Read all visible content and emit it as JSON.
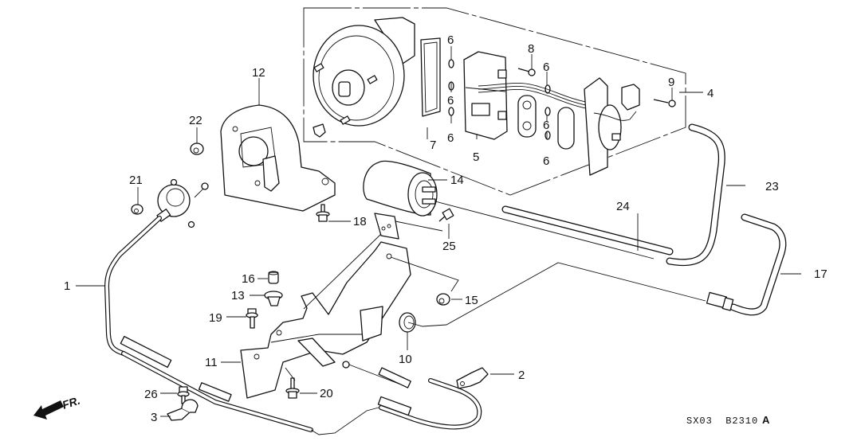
{
  "diagram": {
    "title": "Brake booster / cruise control actuator assembly parts diagram",
    "reference_code": "SX03  B2310",
    "revision": "A",
    "direction_indicator": "FR.",
    "callouts": [
      {
        "id": "c1",
        "label": "1",
        "part": "throttle-control-cable"
      },
      {
        "id": "c2",
        "label": "2",
        "part": "cable-end-clip"
      },
      {
        "id": "c3",
        "label": "3",
        "part": "cable-clamp"
      },
      {
        "id": "c4",
        "label": "4",
        "part": "actuator-assembly"
      },
      {
        "id": "c5",
        "label": "5",
        "part": "solenoid-valve"
      },
      {
        "id": "c6a",
        "label": "6",
        "part": "o-ring"
      },
      {
        "id": "c6b",
        "label": "6",
        "part": "o-ring"
      },
      {
        "id": "c6c",
        "label": "6",
        "part": "o-ring"
      },
      {
        "id": "c6d",
        "label": "6",
        "part": "o-ring"
      },
      {
        "id": "c6e",
        "label": "6",
        "part": "o-ring"
      },
      {
        "id": "c6f",
        "label": "6",
        "part": "o-ring"
      },
      {
        "id": "c7",
        "label": "7",
        "part": "gasket"
      },
      {
        "id": "c8",
        "label": "8",
        "part": "tapping-screw"
      },
      {
        "id": "c9",
        "label": "9",
        "part": "tapping-screw"
      },
      {
        "id": "c10",
        "label": "10",
        "part": "grommet"
      },
      {
        "id": "c11",
        "label": "11",
        "part": "actuator-bracket"
      },
      {
        "id": "c12",
        "label": "12",
        "part": "actuator-cover"
      },
      {
        "id": "c13",
        "label": "13",
        "part": "grommet"
      },
      {
        "id": "c14",
        "label": "14",
        "part": "vacuum-tank"
      },
      {
        "id": "c15",
        "label": "15",
        "part": "nut"
      },
      {
        "id": "c16",
        "label": "16",
        "part": "collar"
      },
      {
        "id": "c17",
        "label": "17",
        "part": "vacuum-hose"
      },
      {
        "id": "c18",
        "label": "18",
        "part": "flange-bolt"
      },
      {
        "id": "c19",
        "label": "19",
        "part": "flange-bolt"
      },
      {
        "id": "c20",
        "label": "20",
        "part": "flange-bolt"
      },
      {
        "id": "c21",
        "label": "21",
        "part": "flange-nut"
      },
      {
        "id": "c22",
        "label": "22",
        "part": "flange-nut"
      },
      {
        "id": "c23",
        "label": "23",
        "part": "vacuum-hose"
      },
      {
        "id": "c24",
        "label": "24",
        "part": "vacuum-tube"
      },
      {
        "id": "c25",
        "label": "25",
        "part": "tapping-screw"
      },
      {
        "id": "c26",
        "label": "26",
        "part": "flange-bolt"
      }
    ]
  }
}
